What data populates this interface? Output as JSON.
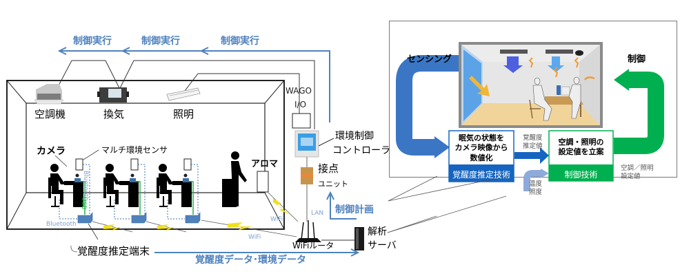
{
  "left_diagram": {
    "control_exec_labels": [
      "制御実行",
      "制御実行",
      "制御実行"
    ],
    "devices": {
      "aircon": "空調機",
      "ventilation": "換気",
      "lighting": "照明"
    },
    "wago": {
      "line1": "WAGO",
      "line2": "I/O"
    },
    "controller": {
      "line1": "環境制御",
      "line2": "コントローラ"
    },
    "contact_unit": {
      "line1": "接点",
      "line2": "ユニット"
    },
    "camera_label": "カメラ",
    "sensor_label": "マルチ環境センサ",
    "aroma_label": "アロマ",
    "bluetooth_vertical": "Bluetooth",
    "usb_label": "USB",
    "bluetooth_horizontal": "Bluetooth",
    "wifi_labels": [
      "WiFi",
      "WiFi"
    ],
    "lan_label": "LAN",
    "control_plan_label": "制御計画",
    "router_label": "WiFiルータ",
    "server": {
      "line1": "解析",
      "line2": "サーバ"
    },
    "terminal_label": "覚醒度推定端末",
    "data_flow_label": "覚醒度データ･環境データ"
  },
  "right_panel": {
    "sensing_label": "センシング",
    "control_label": "制御",
    "left_box": {
      "body": [
        "眠気の状態を",
        "カメラ映像から",
        "数値化"
      ],
      "footer": "覚醒度推定技術"
    },
    "right_box": {
      "body": [
        "空調・照明の",
        "設定値を立案"
      ],
      "footer": "制御技術"
    },
    "estimate_label": [
      "覚醒度",
      "推定値"
    ],
    "input_label": [
      "温度",
      "照度"
    ],
    "output_label": [
      "空調／照明",
      "設定値"
    ]
  },
  "colors": {
    "accent_blue": "#4f81bd",
    "sensing_blue": "#3a76c4",
    "estimation_blue": "#1565c0",
    "control_green": "#00b050",
    "input_light_blue": "#8eaadb"
  }
}
